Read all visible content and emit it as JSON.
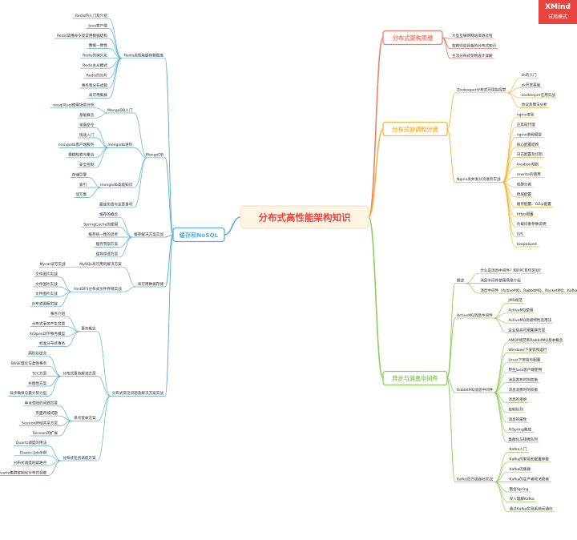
{
  "watermark": {
    "brand": "XMind",
    "mode": "试用模式"
  },
  "root": "分布式高性能架构知识",
  "branches": [
    {
      "label": "分布式架构思维",
      "color": "#ef7f68",
      "children": [
        {
          "label": "大型互联网网站演进过程"
        },
        {
          "label": "架构师应具备的分布式知识"
        },
        {
          "label": "主流分布式架构设计详解"
        }
      ]
    },
    {
      "label": "分布式协调和分流",
      "color": "#f6b73c",
      "children": [
        {
          "label": "Zookeeper分布式环境指挥官",
          "children": [
            {
              "label": "zk的入门"
            },
            {
              "label": "zk开发基础"
            },
            {
              "label": "zookeeper应用实战"
            },
            {
              "label": "协议及算法分析"
            }
          ]
        },
        {
          "label": "Nginx高并发分流进阶实战",
          "children": [
            {
              "label": "nginx安装"
            },
            {
              "label": "正反向代理"
            },
            {
              "label": "nginx进程模型"
            },
            {
              "label": "核心配置结构"
            },
            {
              "label": "日志配置及切割"
            },
            {
              "label": "location规则"
            },
            {
              "label": "rewrite的使用"
            },
            {
              "label": "动静分离"
            },
            {
              "label": "跨域配置"
            },
            {
              "label": "缓存配置、GZip配置"
            },
            {
              "label": "https配置"
            },
            {
              "label": "负载均衡参数说明"
            },
            {
              "label": "LVS"
            },
            {
              "label": "keepalived"
            }
          ]
        }
      ]
    },
    {
      "label": "异步与消息中间件",
      "color": "#8bcf5b",
      "children": [
        {
          "label": "概述",
          "children": [
            {
              "label": "什么是消息中间件？和RPC有何区别？"
            },
            {
              "label": "消息中间件使用场景介绍"
            },
            {
              "label": "消息中间件（ActiveMQ、RabbitMQ、RocketMQ、Kafka）的对比"
            }
          ]
        },
        {
          "label": "ActiveMQ消息中间件",
          "children": [
            {
              "label": "JMS规范"
            },
            {
              "label": "ActiveMQ使用"
            },
            {
              "label": "ActiveMQ高级特性及用法"
            },
            {
              "label": "企业级高可用集群方案"
            }
          ]
        },
        {
          "label": "RabbitMQ消息中间件",
          "children": [
            {
              "label": "AMQP规范和RabbitMQ基本概念"
            },
            {
              "label": "Windows下安装和运行"
            },
            {
              "label": "Linux下安装与配置"
            },
            {
              "label": "原生Java客户端使用"
            },
            {
              "label": "消息发布时的权衡"
            },
            {
              "label": "消息消费时的权衡"
            },
            {
              "label": "消息的拒绝"
            },
            {
              "label": "控制队列"
            },
            {
              "label": "消息的属性"
            },
            {
              "label": "与Spring集成"
            },
            {
              "label": "集群化与镜像队列"
            }
          ]
        },
        {
          "label": "Kafka百万级吞吐实战",
          "children": [
            {
              "label": "Kafka入门"
            },
            {
              "label": "Kafka的安装和配置参数"
            },
            {
              "label": "Kafka的集群"
            },
            {
              "label": "Kafka的生产者和消费者"
            },
            {
              "label": "整合Spring"
            },
            {
              "label": "深入理解Kafka"
            },
            {
              "label": "通过Kafka实现系统间通信"
            }
          ]
        }
      ]
    },
    {
      "label": "缓存和NoSQL",
      "color": "#5aaedb",
      "children": [
        {
          "label": "Redis高性能缓存数据库",
          "children": [
            {
              "label": "Redis的入门及介绍"
            },
            {
              "label": "Java客户端"
            },
            {
              "label": "Redis常用命令及常用数据结构"
            },
            {
              "label": "数据一致性"
            },
            {
              "label": "Redis的持久化"
            },
            {
              "label": "Redis主从模式"
            },
            {
              "label": "Redis的分片"
            },
            {
              "label": "事务和分布式锁"
            },
            {
              "label": "高可用集群"
            }
          ]
        },
        {
          "label": "MongoDB",
          "children": [
            {
              "label": "MongoDB入门",
              "children": [
                {
                  "label": "nosql与sql使用场景分析"
                },
                {
                  "label": "基础概念"
                }
              ]
            },
            {
              "label": "mongodb进阶",
              "children": [
                {
                  "label": "常用命令"
                },
                {
                  "label": "快速入门"
                },
                {
                  "label": "mongodb客户端服务"
                },
                {
                  "label": "模糊检索与聚合"
                },
                {
                  "label": "安全控制"
                }
              ]
            },
            {
              "label": "mongodb高级知识",
              "children": [
                {
                  "label": "存储引擎"
                },
                {
                  "label": "索引"
                },
                {
                  "label": "读写集"
                }
              ]
            },
            {
              "label": "最佳实践与注意事项"
            }
          ]
        },
        {
          "label": "缓存解决方案实战",
          "children": [
            {
              "label": "缓存的概念"
            },
            {
              "label": "SpringCache的使用"
            },
            {
              "label": "缓存统一性的思考"
            },
            {
              "label": "缓存雪崩方案"
            },
            {
              "label": "缓存穿透方案"
            }
          ]
        },
        {
          "label": "高可用数据存储",
          "children": [
            {
              "label": "MySQL高可用的解决方案",
              "children": [
                {
                  "label": "Mycat读写实战"
                }
              ]
            },
            {
              "label": "FastDFS分布式文件存储实战",
              "children": [
                {
                  "label": "文件图片实战"
                },
                {
                  "label": "文件图片实战"
                },
                {
                  "label": "文件图片实战"
                },
                {
                  "label": "分布式图册实战"
                }
              ]
            }
          ]
        },
        {
          "label": "分布式常见问题及解决方案实战",
          "children": [
            {
              "label": "事务概念",
              "children": [
                {
                  "label": "事务介绍"
                },
                {
                  "label": "分布式事务产生背景"
                },
                {
                  "label": "X/OpenDTP事务模型"
                },
                {
                  "label": "标准分布式事务"
                }
              ]
            },
            {
              "label": "分布式事务解决方案",
              "children": [
                {
                  "label": "两阶段提交"
                },
                {
                  "label": "BASE理论与柔性事务"
                },
                {
                  "label": "TCC方案"
                },
                {
                  "label": "补偿性方案"
                },
                {
                  "label": "异步确保与最大努力型"
                }
              ]
            },
            {
              "label": "单点登录方案",
              "children": [
                {
                  "label": "单点登陆的问题背景"
                },
                {
                  "label": "页面跨域问题"
                },
                {
                  "label": "Session跨域共享方案"
                },
                {
                  "label": "Session的扩展"
                }
              ]
            },
            {
              "label": "分布式任务调度方案",
              "children": [
                {
                  "label": "Quartz调度的用法"
                },
                {
                  "label": "Elastic-Job示例"
                },
                {
                  "label": "分布式调度的疑难点"
                },
                {
                  "label": "Quartz集群定制化分布式调度"
                }
              ]
            }
          ]
        }
      ]
    }
  ]
}
